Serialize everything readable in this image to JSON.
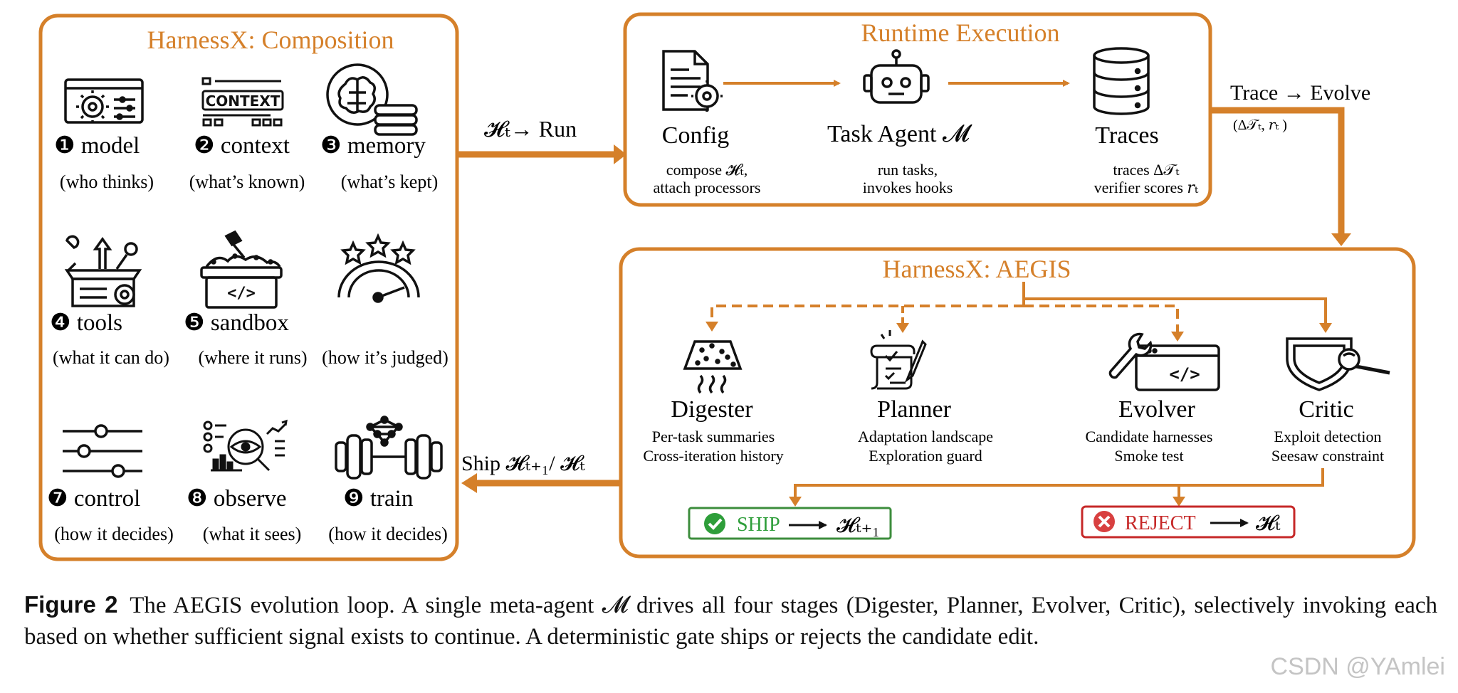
{
  "colors": {
    "accent": "#d5802a",
    "ship_green": "#3c8d3c",
    "reject_red": "#c62828",
    "ink": "#111111"
  },
  "composition": {
    "title": "HarnessX: Composition",
    "items": [
      {
        "num": "❶",
        "name": "model",
        "desc": "(who thinks)",
        "icon": "gear-panel-icon"
      },
      {
        "num": "❷",
        "name": "context",
        "desc": "(what’s known)",
        "icon": "context-icon"
      },
      {
        "num": "❸",
        "name": "memory",
        "desc": "(what’s kept)",
        "icon": "brain-database-icon"
      },
      {
        "num": "❹",
        "name": "tools",
        "desc": "(what it can do)",
        "icon": "toolbox-icon"
      },
      {
        "num": "❺",
        "name": "sandbox",
        "desc": "(where it runs)",
        "icon": "sandbox-code-icon"
      },
      {
        "num": "",
        "name": "",
        "desc": "(how it’s judged)",
        "icon": "rating-gauge-icon"
      },
      {
        "num": "❼",
        "name": "control",
        "desc": "(how it decides)",
        "icon": "sliders-icon"
      },
      {
        "num": "❽",
        "name": "observe",
        "desc": "(what it sees)",
        "icon": "observe-eye-icon"
      },
      {
        "num": "❾",
        "name": "train",
        "desc": "(how it decides)",
        "icon": "dumbbell-network-icon"
      }
    ]
  },
  "run_arrow": {
    "label": "𝓗ₜ→ Run"
  },
  "runtime": {
    "title": "Runtime Execution",
    "config": {
      "label": "Config",
      "desc1": "compose 𝓗ₜ,",
      "desc2": "attach processors",
      "icon": "config-file-icon"
    },
    "agent": {
      "label": "Task Agent 𝓜",
      "desc1": "run tasks,",
      "desc2": "invokes hooks",
      "icon": "robot-icon"
    },
    "traces": {
      "label": "Traces",
      "desc1": "traces Δ𝒯ₜ",
      "desc2": "verifier scores 𝑟ₜ",
      "icon": "database-icon"
    }
  },
  "trace_evolve": {
    "label": "Trace → Evolve",
    "sub": "(Δ𝒯ₜ, 𝑟ₜ )"
  },
  "aegis": {
    "title": "HarnessX: AEGIS",
    "digester": {
      "label": "Digester",
      "desc1": "Per-task summaries",
      "desc2": "Cross-iteration history",
      "icon": "digester-filter-icon"
    },
    "planner": {
      "label": "Planner",
      "desc1": "Adaptation landscape",
      "desc2": "Exploration guard",
      "icon": "planner-scroll-icon"
    },
    "evolver": {
      "label": "Evolver",
      "desc1": "Candidate harnesses",
      "desc2": "Smoke test",
      "icon": "wrench-code-icon"
    },
    "critic": {
      "label": "Critic",
      "desc1": "Exploit detection",
      "desc2": "Seesaw constraint",
      "icon": "shield-magnifier-icon"
    },
    "ship": {
      "label": "SHIP",
      "target": "𝓗ₜ₊₁"
    },
    "reject": {
      "label": "REJECT",
      "target": "𝓗ₜ"
    }
  },
  "ship_arrow": {
    "label": "Ship  𝓗ₜ₊₁/ 𝓗ₜ"
  },
  "caption": {
    "fig": "Figure 2",
    "text": "The AEGIS evolution loop. A single meta-agent 𝓜 drives all four stages (Digester, Planner, Evolver, Critic), selectively invoking each based on whether sufficient signal exists to continue. A deterministic gate ships or rejects the candidate edit."
  },
  "watermark": "CSDN @YAmlei"
}
